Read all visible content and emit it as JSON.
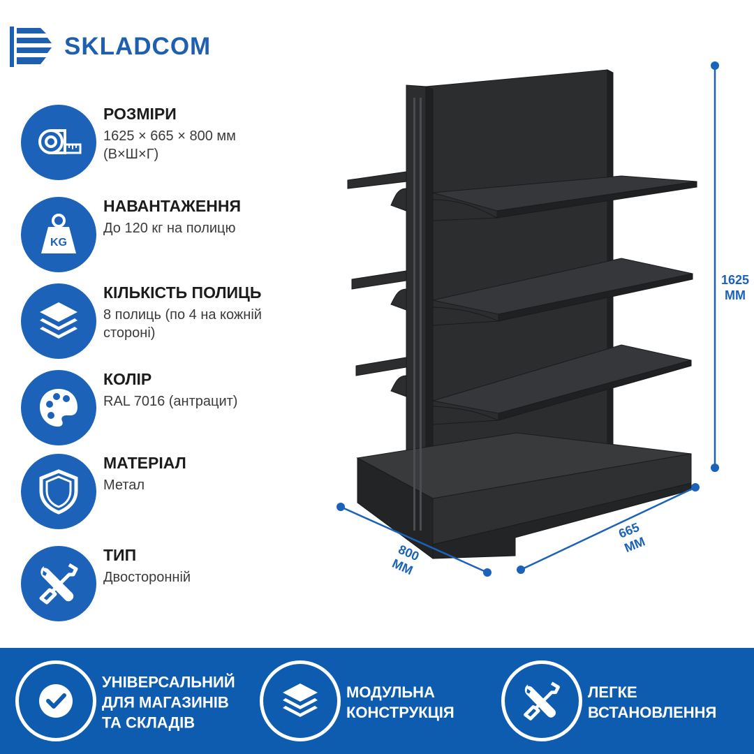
{
  "brand": {
    "name": "SKLADCOM",
    "color": "#1f5fb0"
  },
  "accent_color": "#1b62b8",
  "band_color": "#0d5cb0",
  "features": [
    {
      "icon": "tape-measure-icon",
      "title": "РОЗМІРИ",
      "desc": "1625 × 665 × 800 мм (В×Ш×Г)"
    },
    {
      "icon": "weight-kg-icon",
      "title": "НАВАНТАЖЕННЯ",
      "desc": "До 120 кг на полицю"
    },
    {
      "icon": "layers-icon",
      "title": "КІЛЬКІСТЬ ПОЛИЦЬ",
      "desc": "8 полиць (по 4 на кожній стороні)"
    },
    {
      "icon": "palette-icon",
      "title": "КОЛІР",
      "desc": "RAL 7016 (антрацит)"
    },
    {
      "icon": "shield-icon",
      "title": "МАТЕРІАЛ",
      "desc": "Метал"
    },
    {
      "icon": "tools-icon",
      "title": "ТИП",
      "desc": "Двосторонній"
    }
  ],
  "dimensions": {
    "height": {
      "value": "1625",
      "unit": "ММ"
    },
    "width": {
      "value": "665",
      "unit": "ММ"
    },
    "depth": {
      "value": "800",
      "unit": "ММ"
    }
  },
  "shelf_color": "#2b2d2f",
  "benefits": [
    {
      "icon": "checkmark-icon",
      "line1": "УНІВЕРСАЛЬНИЙ",
      "line2": "ДЛЯ МАГАЗИНІВ",
      "line3": "ТА СКЛАДІВ"
    },
    {
      "icon": "layers-icon",
      "line1": "МОДУЛЬНА",
      "line2": "КОНСТРУКЦІЯ"
    },
    {
      "icon": "tools-icon",
      "line1": "ЛЕГКЕ",
      "line2": "ВСТАНОВЛЕННЯ"
    }
  ]
}
